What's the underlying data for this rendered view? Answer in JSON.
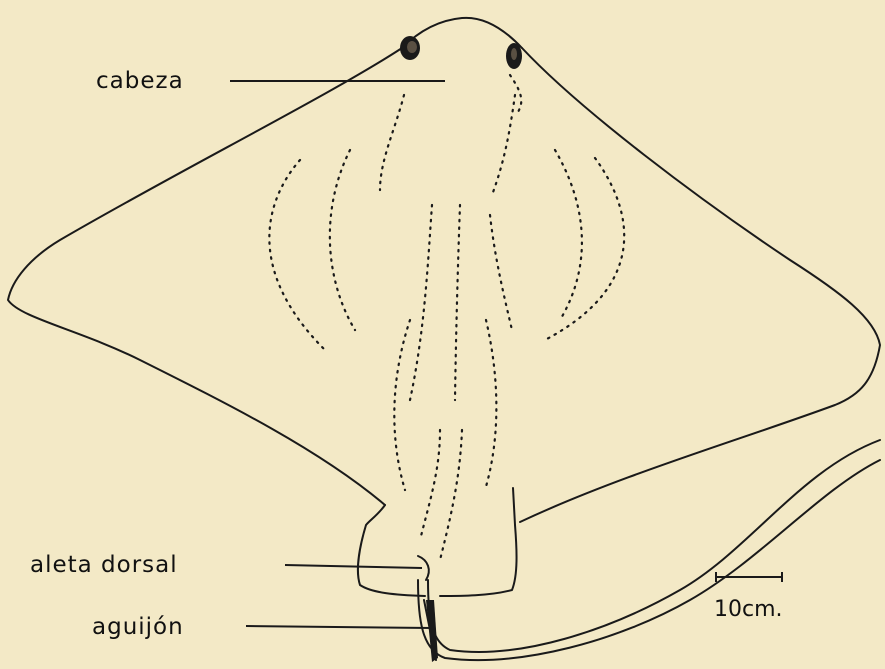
{
  "labels": {
    "head": "cabeza",
    "dorsal_fin": "aleta dorsal",
    "spine": "aguijón"
  },
  "scale_bar": {
    "label": "10cm."
  },
  "colors": {
    "background": "#f3e9c6",
    "ink": "#1a1a1a"
  }
}
